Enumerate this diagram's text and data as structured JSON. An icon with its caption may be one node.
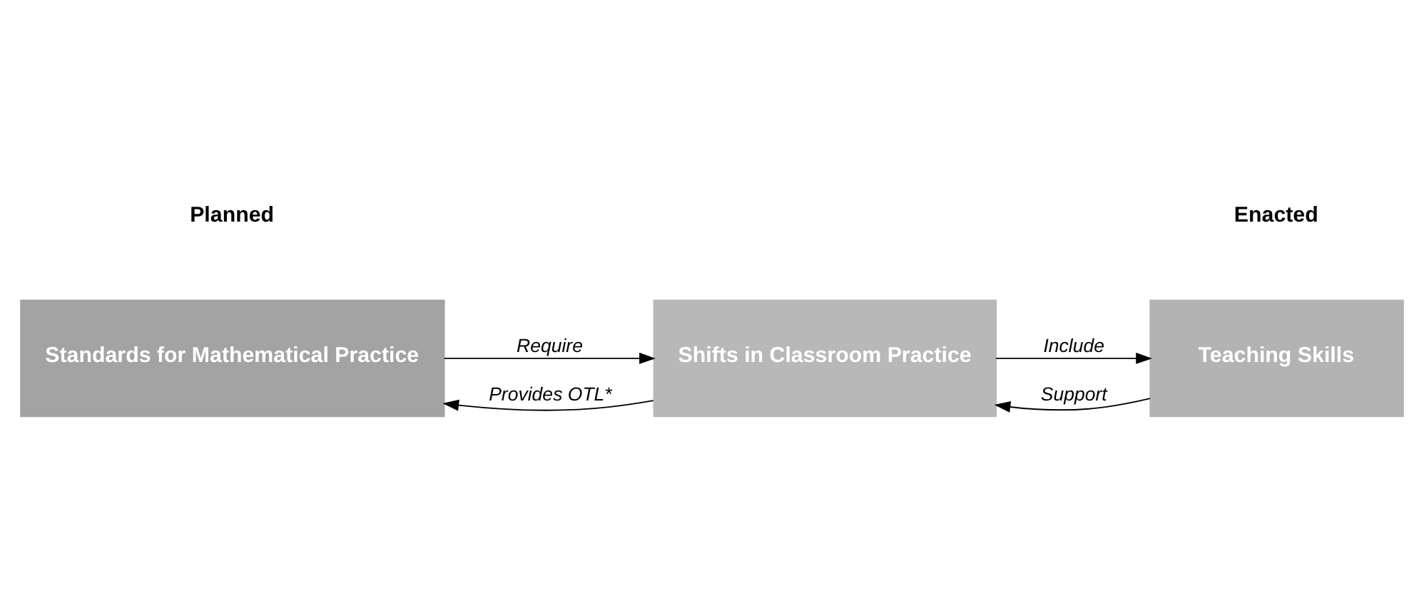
{
  "diagram": {
    "nodes": [
      {
        "text": [
          "Standards for Mathematical Practice"
        ]
      },
      {
        "text": [
          "Shifts in Classroom Practice"
        ]
      },
      {
        "text": [
          "Teaching Skills"
        ]
      }
    ],
    "edges": [
      {
        "from": 1,
        "to": 0,
        "arrow": "to",
        "label": "Provides OTL*"
      },
      {
        "from": 0,
        "to": 1,
        "arrow": "to",
        "label": "Require"
      },
      {
        "from": 2,
        "to": 1,
        "arrow": "to",
        "label": "Support"
      },
      {
        "from": 1,
        "to": 2,
        "arrow": "to",
        "label": "Include"
      }
    ],
    "labels": [
      "Enacted",
      "Planned"
    ]
  }
}
